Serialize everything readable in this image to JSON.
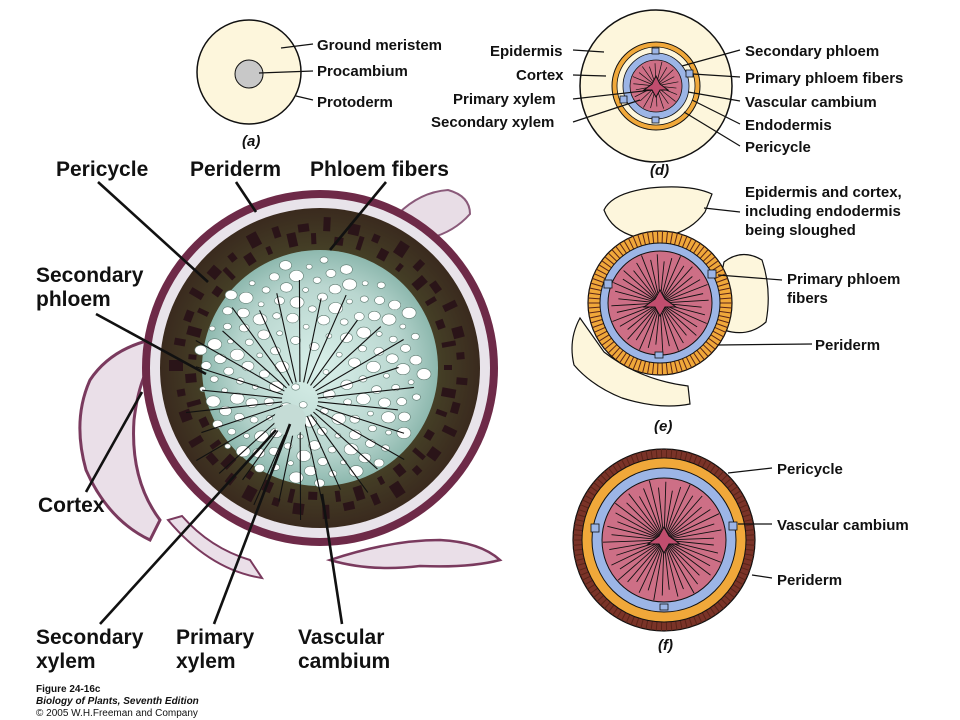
{
  "panels": {
    "a": {
      "caption": "(a)",
      "labels": [
        "Ground meristem",
        "Procambium",
        "Protoderm"
      ]
    },
    "d": {
      "caption": "(d)",
      "labels_left": [
        "Epidermis",
        "Cortex",
        "Primary xylem",
        "Secondary xylem"
      ],
      "labels_right": [
        "Secondary phloem",
        "Primary phloem fibers",
        "Vascular cambium",
        "Endodermis",
        "Pericycle"
      ]
    },
    "e": {
      "caption": "(e)",
      "label_top": [
        "Epidermis and cortex,",
        "including endodermis",
        "being sloughed"
      ],
      "label_mid": [
        "Primary phloem",
        "fibers"
      ],
      "label_bottom": "Periderm"
    },
    "f": {
      "caption": "(f)",
      "labels": [
        "Pericycle",
        "Vascular cambium",
        "Periderm"
      ]
    },
    "micrograph": {
      "labels_top": [
        "Pericycle",
        "Periderm",
        "Phloem fibers"
      ],
      "label_left": [
        "Secondary",
        "phloem"
      ],
      "label_cortex": "Cortex",
      "labels_bottom": [
        [
          "Secondary",
          "xylem"
        ],
        [
          "Primary",
          "xylem"
        ],
        [
          "Vascular",
          "cambium"
        ]
      ]
    }
  },
  "credit": {
    "figure": "Figure 24-16c",
    "book": "Biology of Plants, Seventh Edition",
    "copyright": "© 2005 W.H.Freeman and Company"
  },
  "colors": {
    "cream": "#fdf6dc",
    "xylem_pink": "#cd6f86",
    "cambium_blue": "#9cb5e6",
    "pericycle_orange": "#f0a83a",
    "periderm_brown": "#7a3328",
    "stain_purple": "#6e2a48",
    "stain_teal": "#b8d0cc"
  }
}
